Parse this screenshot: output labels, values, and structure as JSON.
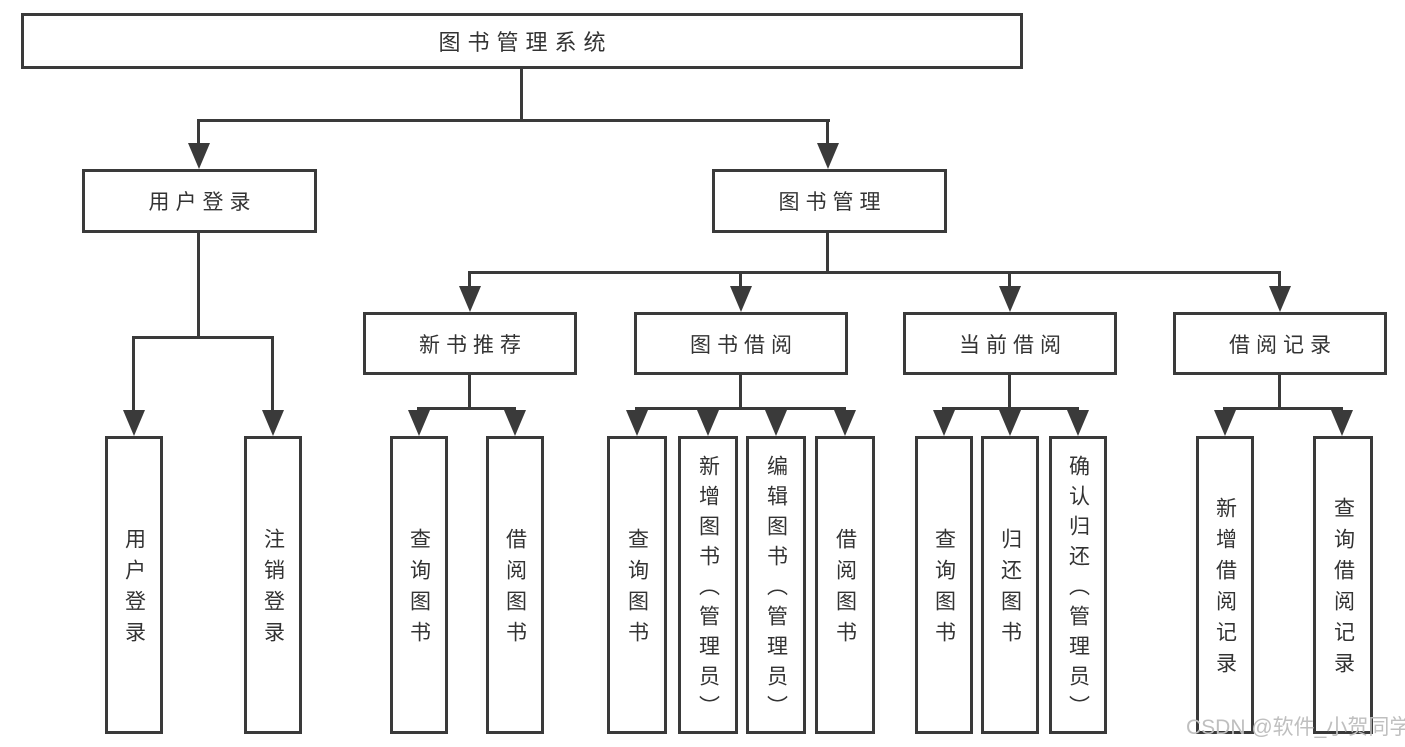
{
  "diagram_title": "图书管理系统",
  "nodes": {
    "root": "图书管理系统",
    "user_login_module": "用户登录",
    "book_management": "图书管理",
    "new_book_recommend": "新书推荐",
    "book_borrow": "图书借阅",
    "current_borrow": "当前借阅",
    "borrow_record": "借阅记录",
    "leaf_user_login": "用户登录",
    "leaf_logout": "注销登录",
    "leaf_recommend_query_book": "查询图书",
    "leaf_recommend_borrow_book": "借阅图书",
    "leaf_borrow_query_book": "查询图书",
    "leaf_borrow_add_book": "新增图书（管理员）",
    "leaf_borrow_edit_book": "编辑图书（管理员）",
    "leaf_borrow_borrow_book": "借阅图书",
    "leaf_current_query_book": "查询图书",
    "leaf_current_return_book": "归还图书",
    "leaf_current_confirm_return": "确认归还（管理员）",
    "leaf_record_add": "新增借阅记录",
    "leaf_record_query": "查询借阅记录"
  },
  "watermark": {
    "text": "CSDN @软件_小贺同学"
  },
  "colors": {
    "line": "#3a3a3a",
    "text": "#333333",
    "watermark": "#bfbfbf",
    "background": "#ffffff"
  }
}
